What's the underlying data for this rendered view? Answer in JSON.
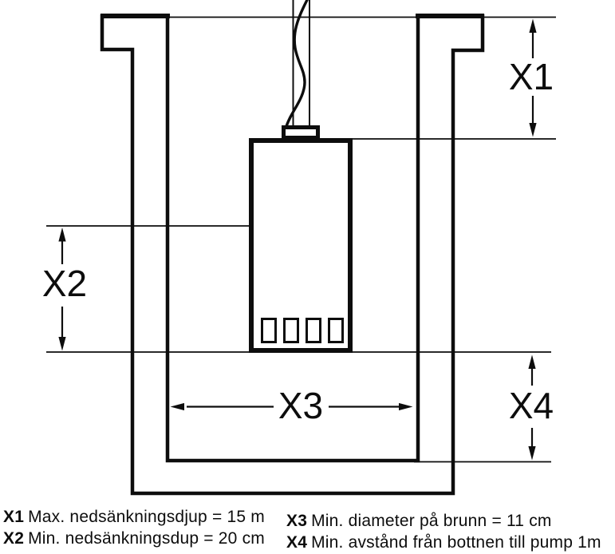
{
  "diagram_type": "submersible-pump-well-installation",
  "colors": {
    "line": "#0d0d0d",
    "background": "#ffffff"
  },
  "dimension_labels": {
    "x1": "X1",
    "x2": "X2",
    "x3": "X3",
    "x4": "X4"
  },
  "legend": [
    {
      "key": "X1",
      "text": "Max. nedsänkningsdjup = 15 m"
    },
    {
      "key": "X2",
      "text": "Min. nedsänkningsdup = 20 cm"
    },
    {
      "key": "X3",
      "text": "Min. diameter på brunn = 11 cm"
    },
    {
      "key": "X4",
      "text": "Min. avstånd från bottnen till pump 1m"
    }
  ]
}
